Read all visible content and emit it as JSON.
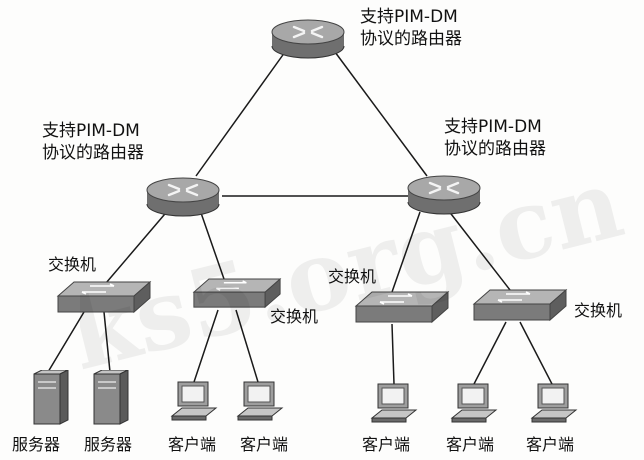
{
  "routers": {
    "top": {
      "line1": "支持PIM-DM",
      "line2": "协议的路由器"
    },
    "left": {
      "line1": "支持PIM-DM",
      "line2": "协议的路由器"
    },
    "right": {
      "line1": "支持PIM-DM",
      "line2": "协议的路由器"
    }
  },
  "switches": {
    "s1": "交换机",
    "s2": "交换机",
    "s3": "交换机",
    "s4": "交换机"
  },
  "devices": {
    "server1": "服务器",
    "server2": "服务器",
    "client1": "客户端",
    "client2": "客户端",
    "client3": "客户端",
    "client4": "客户端",
    "client5": "客户端"
  },
  "watermark": "ks5.org.cn",
  "colors": {
    "line": "#1a1a1a",
    "router_body": "#8c8c8c",
    "switch_body": "#9a9a9a"
  }
}
